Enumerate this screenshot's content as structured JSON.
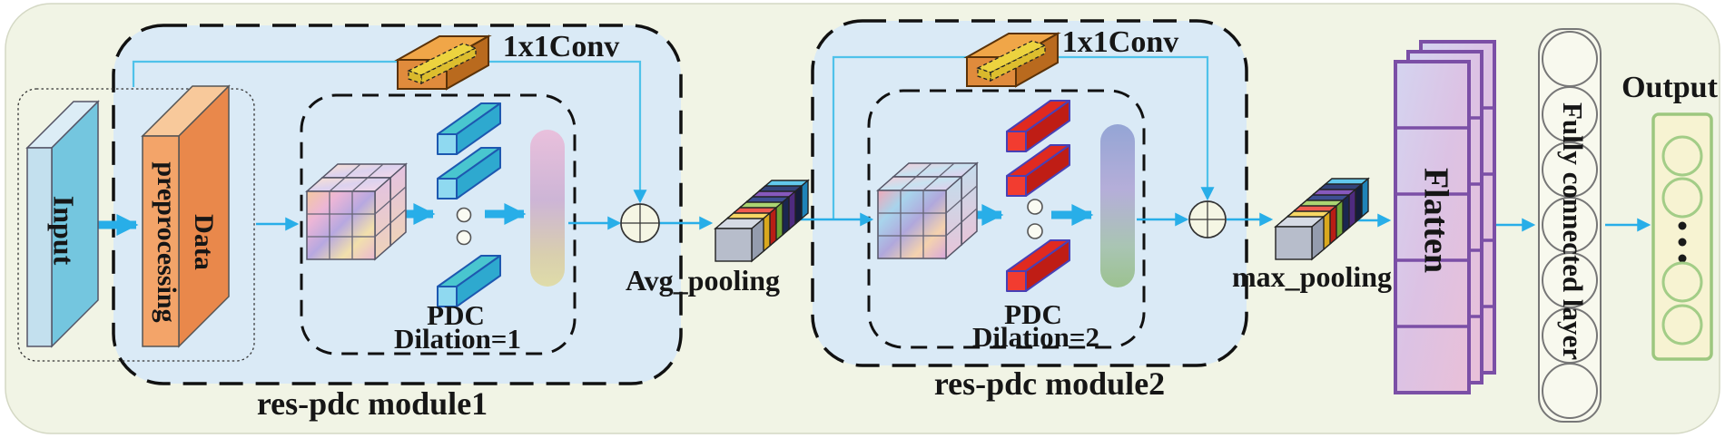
{
  "diagram": {
    "input": {
      "label": "Input"
    },
    "preprocessing": {
      "line1": "Data",
      "line2": "preprocessing"
    },
    "module1": {
      "title": "res-pdc module1",
      "conv_label": "1x1Conv",
      "pdc_label": "PDC",
      "dilation_label": "Dilation=1",
      "pooling_label": "Avg_pooling"
    },
    "module2": {
      "title": "res-pdc module2",
      "conv_label": "1x1Conv",
      "pdc_label": "PDC",
      "dilation_label": "Dilation=2",
      "pooling_label": "max_pooling"
    },
    "flatten": {
      "label": "Flatten"
    },
    "fully_connected": {
      "label": "Fully connected layer"
    },
    "output": {
      "label": "Output"
    }
  },
  "colors": {
    "background": "#f1f4e5",
    "module_fill": "#daeaf6",
    "arrow_blue": "#28aee8",
    "input_slab": "#74c6df",
    "preprocessing_slab": "#e9884b",
    "conv_bar_orange": "#e08b3c",
    "conv_kernel_yellow": "#ecd33f",
    "pdc_bar_blue": "#49c6cf",
    "pdc_bar_red": "#e02a20",
    "flatten_purple": "#7b4fa6",
    "output_green": "#9dc77f",
    "output_fill": "#f7f3d2"
  }
}
